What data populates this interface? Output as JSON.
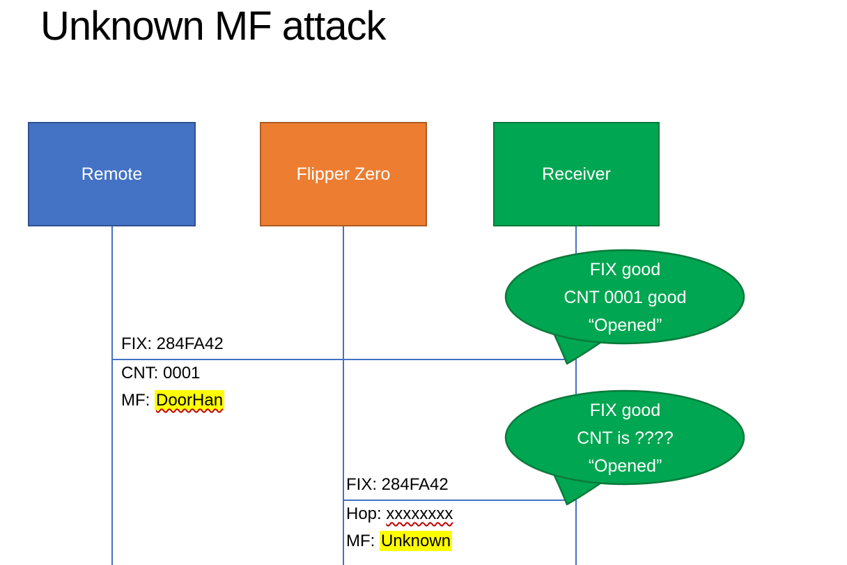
{
  "title": "Unknown MF attack",
  "actors": [
    {
      "label": "Remote"
    },
    {
      "label": "Flipper Zero"
    },
    {
      "label": "Receiver"
    }
  ],
  "messages": {
    "m1": {
      "fix": "FIX: 284FA42",
      "cnt": "CNT: 0001",
      "mf_prefix": "MF: ",
      "mf_value": "DoorHan"
    },
    "m2": {
      "fix": "FIX: 284FA42",
      "hop_prefix": "Hop: ",
      "hop_value": "xxxxxxxx",
      "mf_prefix": "MF: ",
      "mf_value": "Unknown"
    }
  },
  "callouts": {
    "c1": {
      "line1": "FIX good",
      "line2": "CNT 0001 good",
      "line3": "“Opened”"
    },
    "c2": {
      "line1": "FIX good",
      "line2": "CNT is ????",
      "line3": "“Opened”"
    }
  },
  "colors": {
    "remote_fill": "#4472C4",
    "remote_border": "#2F528F",
    "flipper_fill": "#ED7D31",
    "flipper_border": "#AE5A21",
    "receiver_fill": "#00A651",
    "receiver_border": "#007A3B",
    "lifeline": "#4472C4",
    "highlight": "#FFFF00",
    "squiggle": "#C00000",
    "callout_fill": "#00A651",
    "callout_border": "#0B7A3B"
  }
}
